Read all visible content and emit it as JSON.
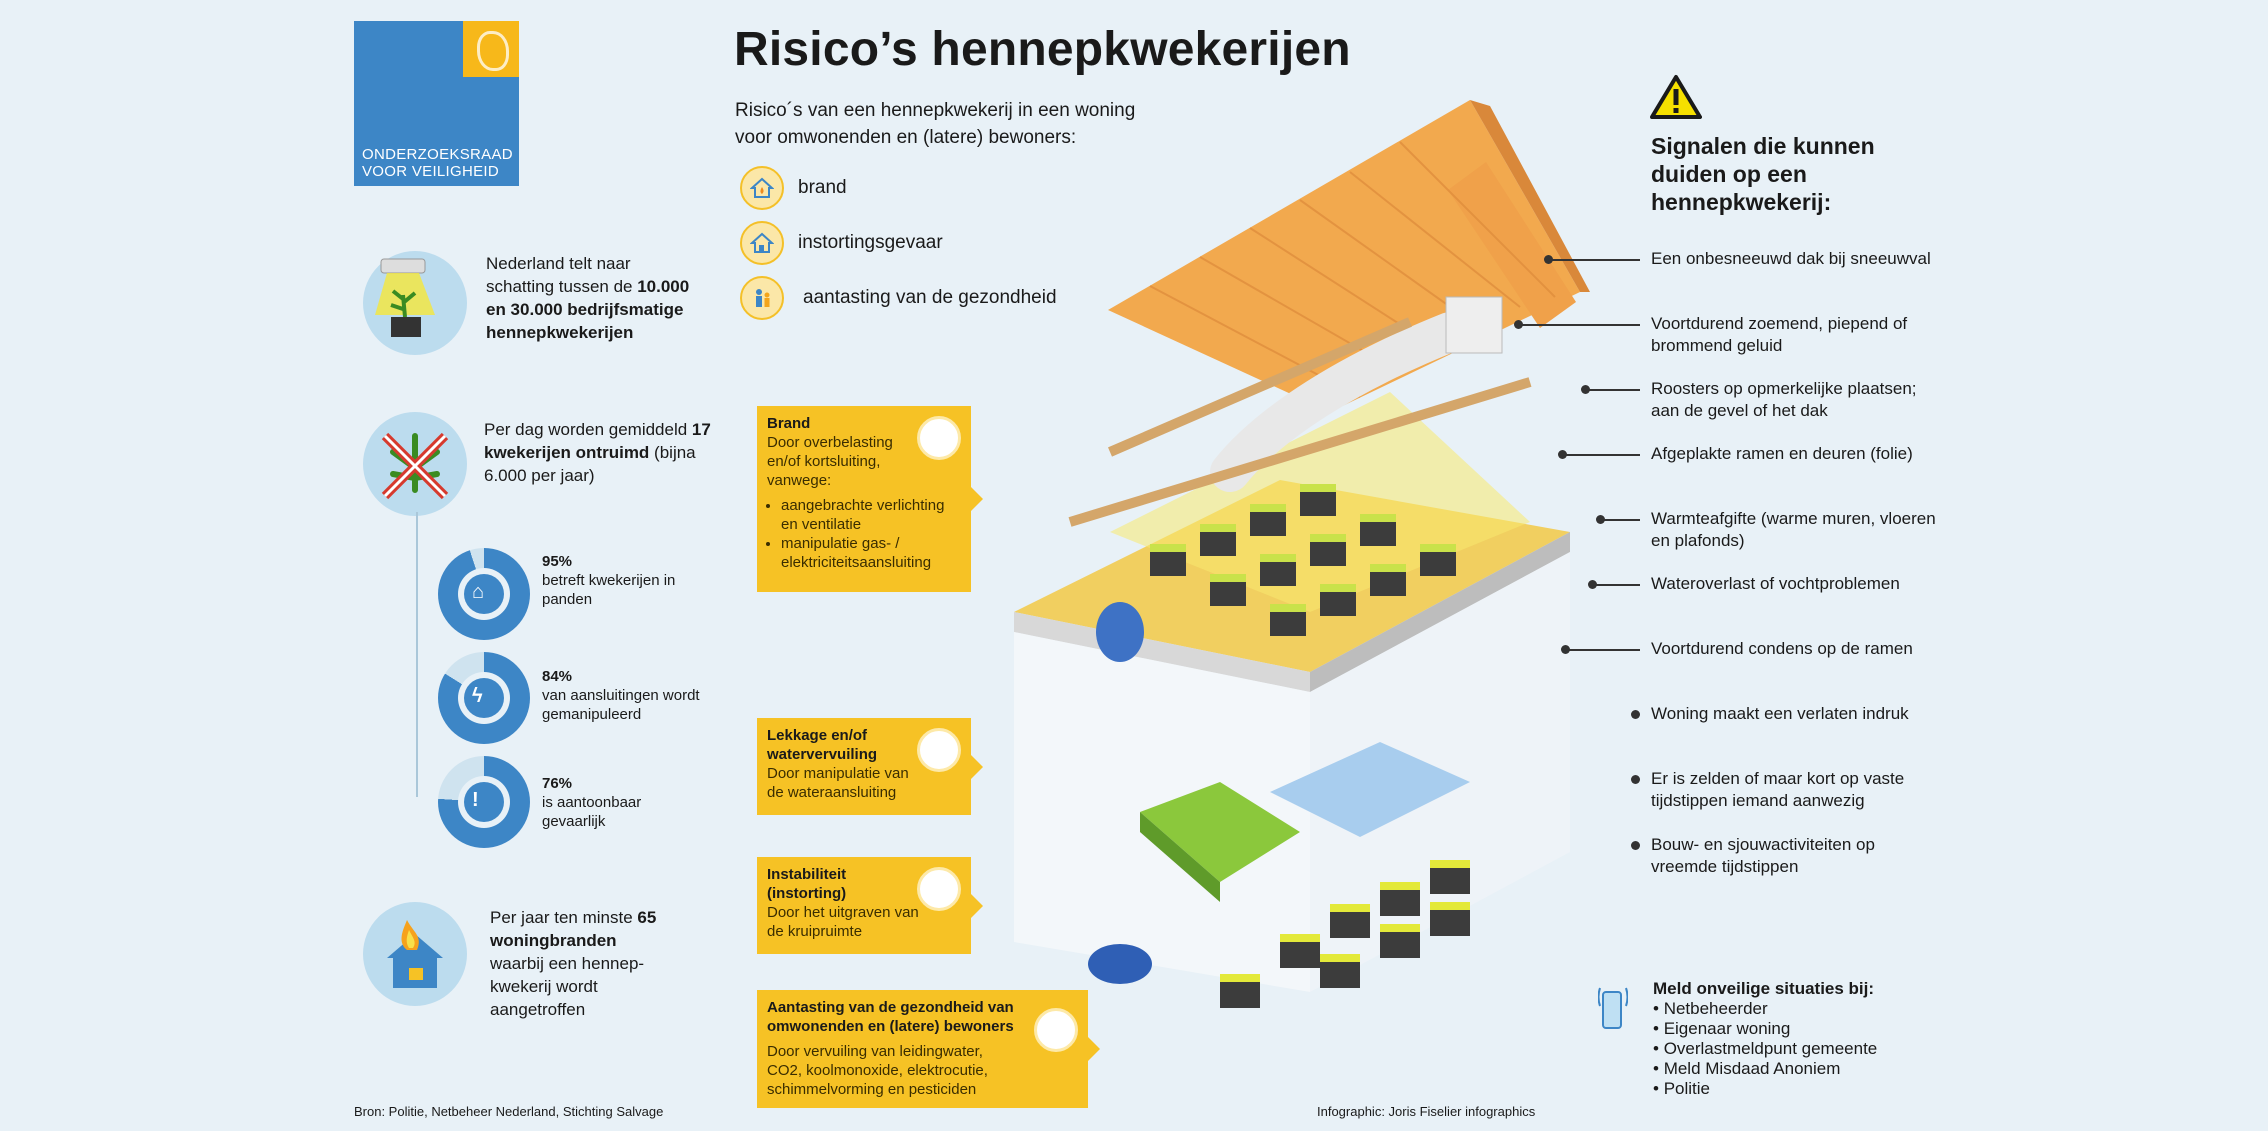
{
  "logo": {
    "line1": "ONDERZOEKSRAAD",
    "line2": "VOOR VEILIGHEID"
  },
  "title": "Risico’s hennepkwekerijen",
  "subtitle": "Risico´s van een hennepkwekerij in een woning voor omwonenden en (latere) bewoners:",
  "risks": [
    {
      "label": "brand",
      "icon": "house-fire-icon"
    },
    {
      "label": "instortingsgevaar",
      "icon": "house-collapse-icon"
    },
    {
      "label": "aantasting van de gezondheid",
      "icon": "people-health-icon"
    }
  ],
  "stats": {
    "companies": {
      "pre": "Nederland telt naar schatting tussen de ",
      "bold": "10.000 en 30.000 bedrijfsmatige hennepkwekerijen",
      "post": ""
    },
    "cleared": {
      "pre": "Per dag worden gemiddeld ",
      "bold": "17 kwekerijen ontruimd",
      "post": " (bijna 6.000 per jaar)"
    },
    "fires": {
      "pre": "Per jaar ten minste ",
      "bold": "65 woningbranden",
      "post": " waarbij een hennep-kwekerij wordt aangetroffen"
    }
  },
  "percentages": [
    {
      "value": "95%",
      "label": "betreft kwekerijen in panden",
      "fraction": 0.95,
      "icon": "house-icon"
    },
    {
      "value": "84%",
      "label": "van aansluitingen wordt gemanipuleerd",
      "fraction": 0.84,
      "icon": "lightning-icon"
    },
    {
      "value": "76%",
      "label": "is aantoonbaar gevaarlijk",
      "fraction": 0.76,
      "icon": "warning-icon"
    }
  ],
  "boxes": [
    {
      "heading": "Brand",
      "body": "Door overbelasting en/of kortsluiting, vanwege:",
      "bullets": [
        "aangebrachte verlichting en ventilatie",
        "manipulatie gas- / elektriciteitsaansluiting"
      ]
    },
    {
      "heading": "Lekkage en/of watervervuiling",
      "body": "Door manipulatie van de wateraansluiting",
      "bullets": []
    },
    {
      "heading": "Instabiliteit (instorting)",
      "body": "Door het uitgraven van de kruipruimte",
      "bullets": []
    },
    {
      "heading": "Aantasting van de gezondheid van omwonenden en (latere) bewoners",
      "body": "Door vervuiling van leidingwater, CO2, koolmonoxide, elektrocutie, schimmelvorming en pesticiden",
      "bullets": []
    }
  ],
  "signals": {
    "title": "Signalen die kunnen duiden op een hennepkwekerij:",
    "items": [
      "Een onbesneeuwd dak bij sneeuwval",
      "Voortdurend zoemend, piepend of brommend geluid",
      "Roosters op opmerkelijke plaatsen; aan de gevel of het dak",
      "Afgeplakte ramen en deuren (folie)",
      "Warmteafgifte (warme muren, vloeren en plafonds)",
      "Wateroverlast of vochtproblemen",
      "Voortdurend condens op de ramen",
      "Woning maakt een verlaten indruk",
      "Er is zelden of maar kort op vaste tijdstippen iemand aanwezig",
      "Bouw- en sjouwactiviteiten op vreemde tijdstippen"
    ]
  },
  "report": {
    "title": "Meld onveilige situaties bij:",
    "items": [
      "Netbeheerder",
      "Eigenaar woning",
      "Overlastmeldpunt gemeente",
      "Meld Misdaad Anoniem",
      "Politie"
    ]
  },
  "source": "Bron: Politie, Netbeheer Nederland, Stichting Salvage",
  "credit": "Infographic: Joris Fiselier infographics"
}
